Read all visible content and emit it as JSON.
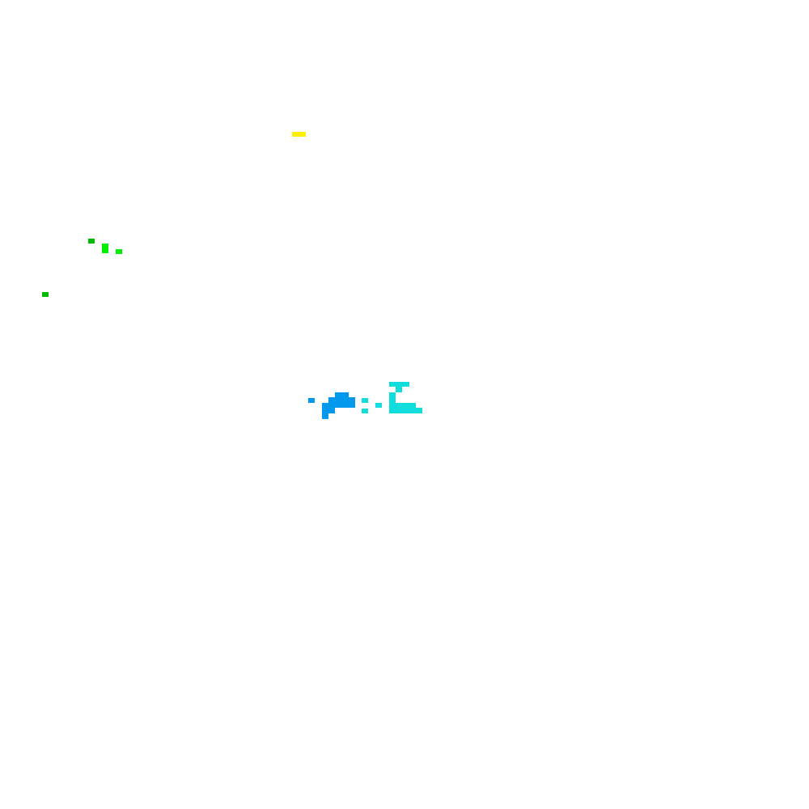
{
  "canvas": {
    "background": "#ffffff"
  },
  "clusters": [
    {
      "name": "yellow-blob",
      "color": "#ffee00"
    },
    {
      "name": "green-blobs",
      "color": "#00dd00"
    },
    {
      "name": "dark-green-dots",
      "color": "#00bb00"
    },
    {
      "name": "blue-blob",
      "color": "#0099ee"
    },
    {
      "name": "cyan-blob",
      "color": "#11dddd"
    }
  ]
}
